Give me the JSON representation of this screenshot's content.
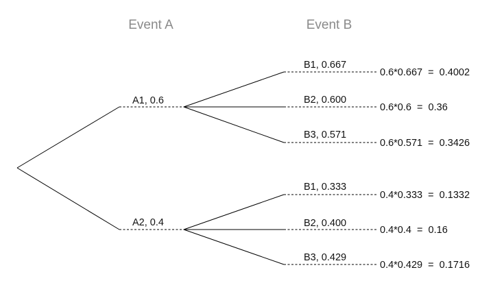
{
  "headers": {
    "event_a": "Event A",
    "event_b": "Event B"
  },
  "branches": [
    {
      "label": "A1, 0.6",
      "children": [
        {
          "label": "B1, 0.667",
          "result": "0.6*0.667  =  0.4002"
        },
        {
          "label": "B2, 0.600",
          "result": "0.6*0.6  =  0.36"
        },
        {
          "label": "B3, 0.571",
          "result": "0.6*0.571  =  0.3426"
        }
      ]
    },
    {
      "label": "A2, 0.4",
      "children": [
        {
          "label": "B1, 0.333",
          "result": "0.4*0.333  =  0.1332"
        },
        {
          "label": "B2, 0.400",
          "result": "0.4*0.4  =  0.16"
        },
        {
          "label": "B3, 0.429",
          "result": "0.4*0.429  =  0.1716"
        }
      ]
    }
  ]
}
